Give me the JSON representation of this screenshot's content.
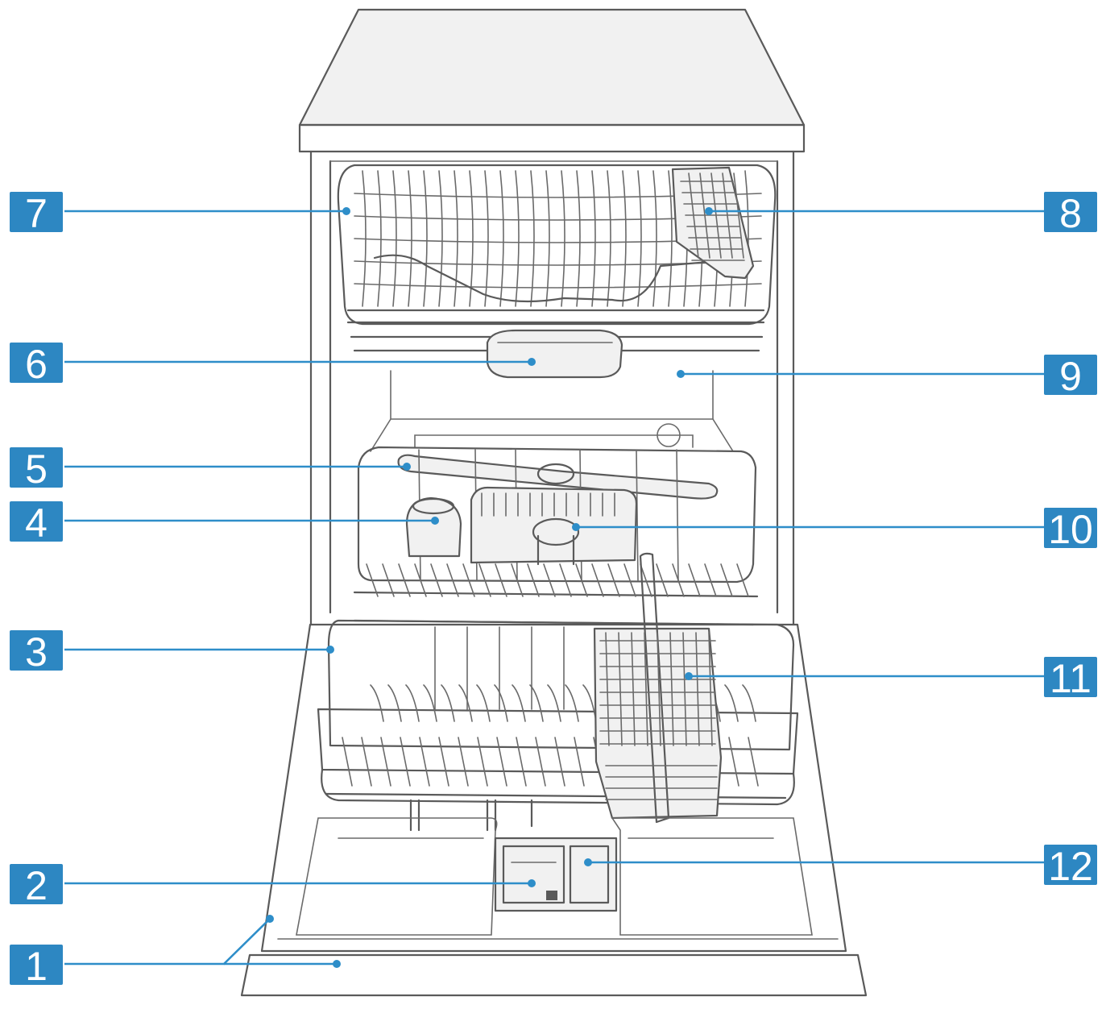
{
  "diagram": {
    "callouts": [
      {
        "id": "1"
      },
      {
        "id": "2"
      },
      {
        "id": "3"
      },
      {
        "id": "4"
      },
      {
        "id": "5"
      },
      {
        "id": "6"
      },
      {
        "id": "7"
      },
      {
        "id": "8"
      },
      {
        "id": "9"
      },
      {
        "id": "10"
      },
      {
        "id": "11"
      },
      {
        "id": "12"
      }
    ],
    "colors": {
      "badge": "#2d87c2",
      "leader": "#2e8ec9",
      "outline": "#5a5a5a"
    }
  }
}
